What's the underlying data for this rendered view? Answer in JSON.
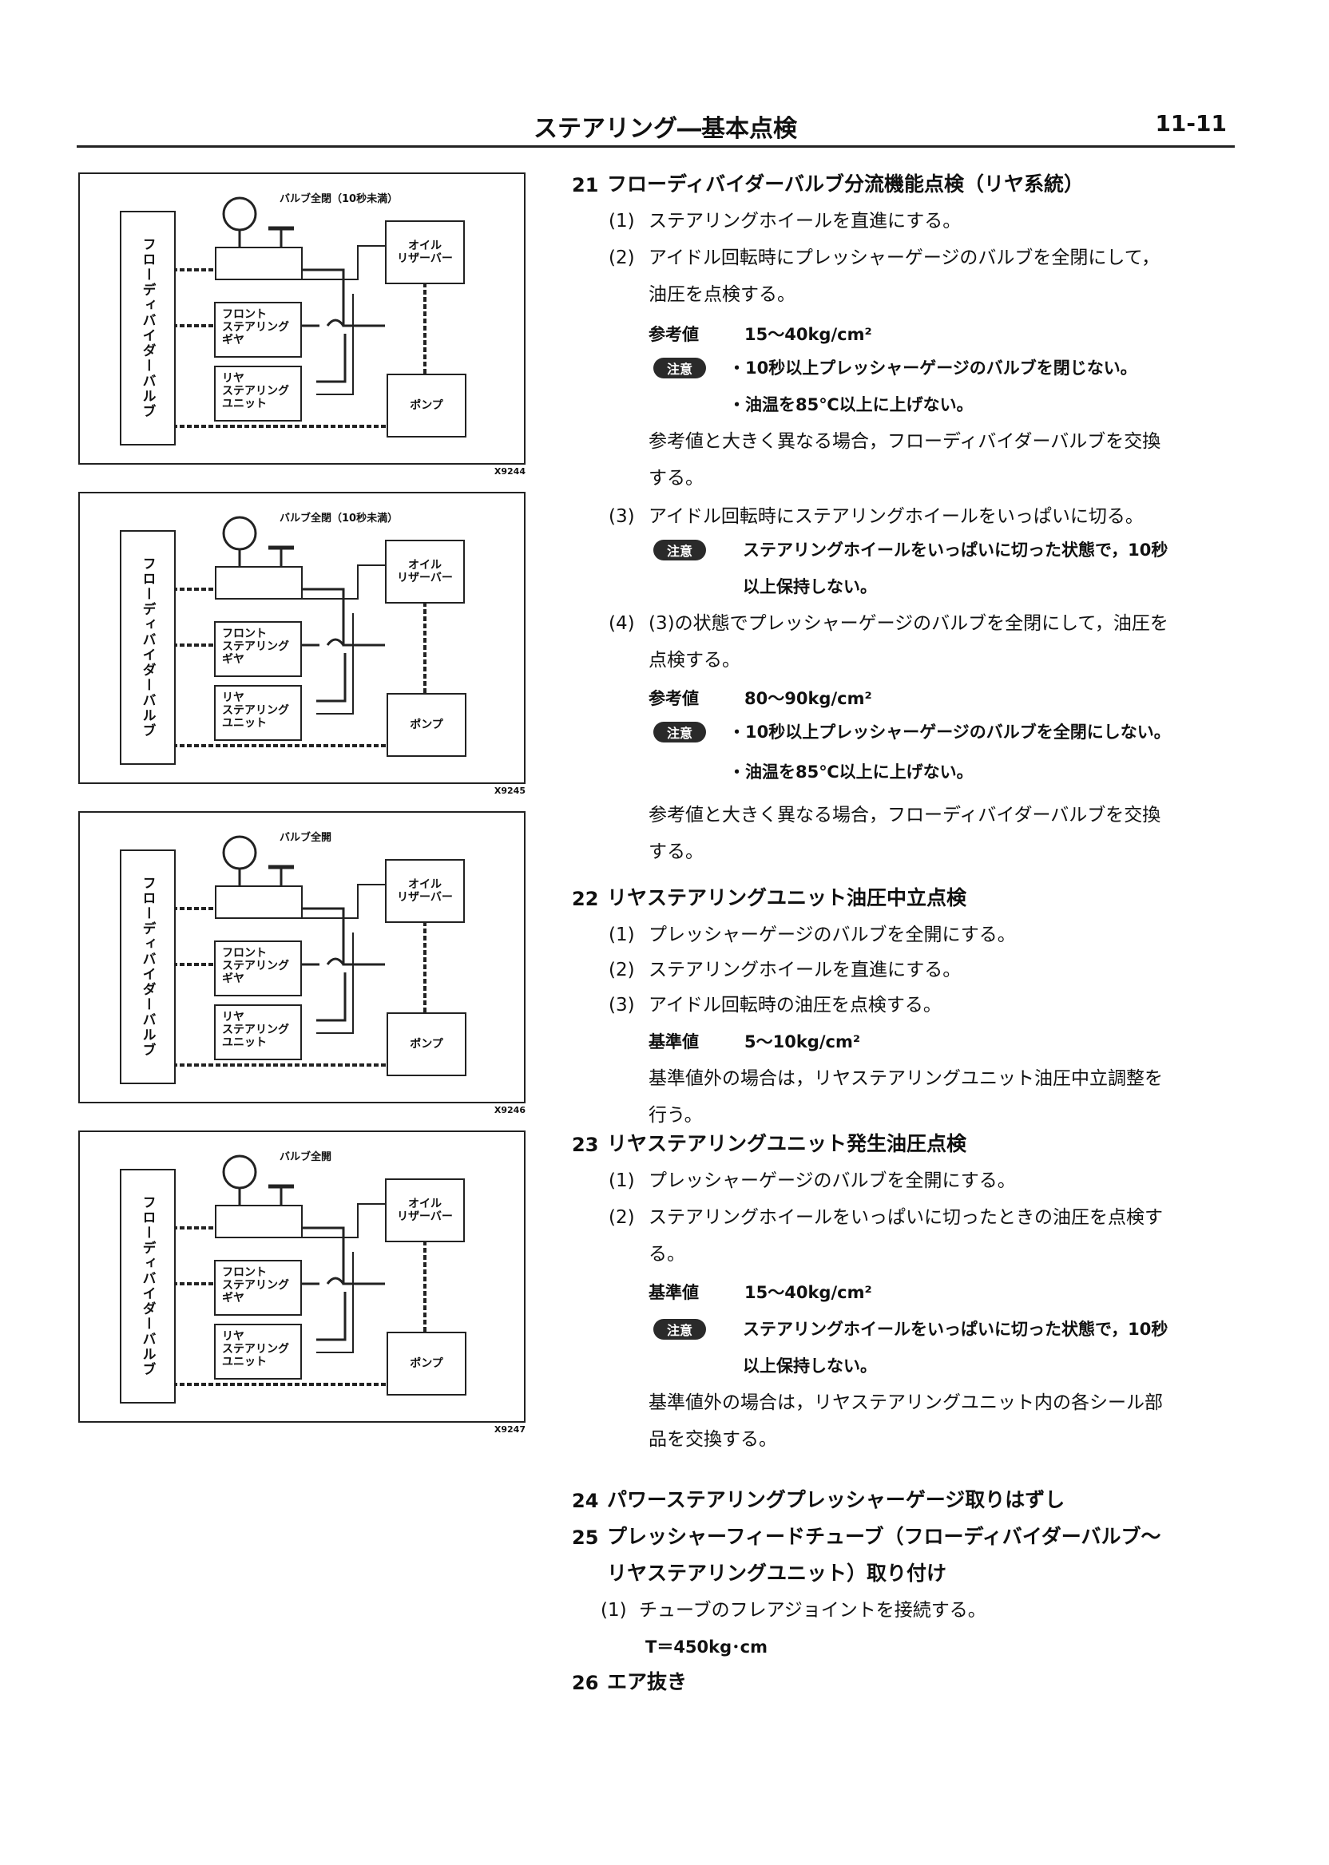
{
  "header": {
    "title": "ステアリング―基本点検",
    "page": "11-11"
  },
  "figures": [
    {
      "valve_note": "バルブ全閉（10秒未満）",
      "code": "X9244"
    },
    {
      "valve_note": "バルブ全閉（10秒未満）",
      "code": "X9245"
    },
    {
      "valve_note": "バルブ全開",
      "code": "X9246"
    },
    {
      "valve_note": "バルブ全開",
      "code": "X9247"
    }
  ],
  "figure_labels": {
    "flow_divider": "フローディバイダーバルブ",
    "reservoir": "オイル\nリザーバー",
    "front_gear": "フロント\nステアリング\nギヤ",
    "rear_unit": "リヤ\nステアリング\nユニット",
    "pump": "ポンプ"
  },
  "caution_label": "注意",
  "text": {
    "s21": {
      "num": "21",
      "title": "フローディバイダーバルブ分流機能点検（リヤ系統）"
    },
    "s21_1": {
      "num": "(1)",
      "text": "ステアリングホイールを直進にする。"
    },
    "s21_2": {
      "num": "(2)",
      "line1": "アイドル回転時にプレッシャーゲージのバルブを全閉にして，",
      "line2": "油圧を点検する。"
    },
    "s21_2_ref": {
      "label": "参考値",
      "value": "15～40kg/cm²"
    },
    "s21_2_caution": {
      "line1": "・10秒以上プレッシャーゲージのバルブを閉じない。",
      "line2": "・油温を85℃以上に上げない。"
    },
    "s21_2_note": {
      "line1": "参考値と大きく異なる場合，フローディバイダーバルブを交換",
      "line2": "する。"
    },
    "s21_3": {
      "num": "(3)",
      "text": "アイドル回転時にステアリングホイールをいっぱいに切る。"
    },
    "s21_3_caution": {
      "line1": "ステアリングホイールをいっぱいに切った状態で，10秒",
      "line2": "以上保持しない。"
    },
    "s21_4": {
      "num": "(4)",
      "line1": "(3)の状態でプレッシャーゲージのバルブを全閉にして，油圧を",
      "line2": "点検する。"
    },
    "s21_4_ref": {
      "label": "参考値",
      "value": "80～90kg/cm²"
    },
    "s21_4_caution": {
      "line1": "・10秒以上プレッシャーゲージのバルブを全閉にしない。",
      "line2": "・油温を85℃以上に上げない。"
    },
    "s21_4_note": {
      "line1": "参考値と大きく異なる場合，フローディバイダーバルブを交換",
      "line2": "する。"
    },
    "s22": {
      "num": "22",
      "title": "リヤステアリングユニット油圧中立点検"
    },
    "s22_1": {
      "num": "(1)",
      "text": "プレッシャーゲージのバルブを全開にする。"
    },
    "s22_2": {
      "num": "(2)",
      "text": "ステアリングホイールを直進にする。"
    },
    "s22_3": {
      "num": "(3)",
      "text": "アイドル回転時の油圧を点検する。"
    },
    "s22_3_std": {
      "label": "基準値",
      "value": "5～10kg/cm²"
    },
    "s22_3_note": {
      "line1": "基準値外の場合は，リヤステアリングユニット油圧中立調整を",
      "line2": "行う。"
    },
    "s23": {
      "num": "23",
      "title": "リヤステアリングユニット発生油圧点検"
    },
    "s23_1": {
      "num": "(1)",
      "text": "プレッシャーゲージのバルブを全開にする。"
    },
    "s23_2": {
      "num": "(2)",
      "line1": "ステアリングホイールをいっぱいに切ったときの油圧を点検す",
      "line2": "る。"
    },
    "s23_2_std": {
      "label": "基準値",
      "value": "15～40kg/cm²"
    },
    "s23_2_caution": {
      "line1": "ステアリングホイールをいっぱいに切った状態で，10秒",
      "line2": "以上保持しない。"
    },
    "s23_2_note": {
      "line1": "基準値外の場合は，リヤステアリングユニット内の各シール部",
      "line2": "品を交換する。"
    },
    "s24": {
      "num": "24",
      "title": "パワーステアリングプレッシャーゲージ取りはずし"
    },
    "s25": {
      "num": "25",
      "line1": "プレッシャーフィードチューブ（フローディバイダーバルブ～",
      "line2": "リヤステアリングユニット）取り付け"
    },
    "s25_1": {
      "num": "(1)",
      "text": "チューブのフレアジョイントを接続する。"
    },
    "s25_torque": "T＝450kg･cm",
    "s26": {
      "num": "26",
      "title": "エア抜き"
    }
  }
}
